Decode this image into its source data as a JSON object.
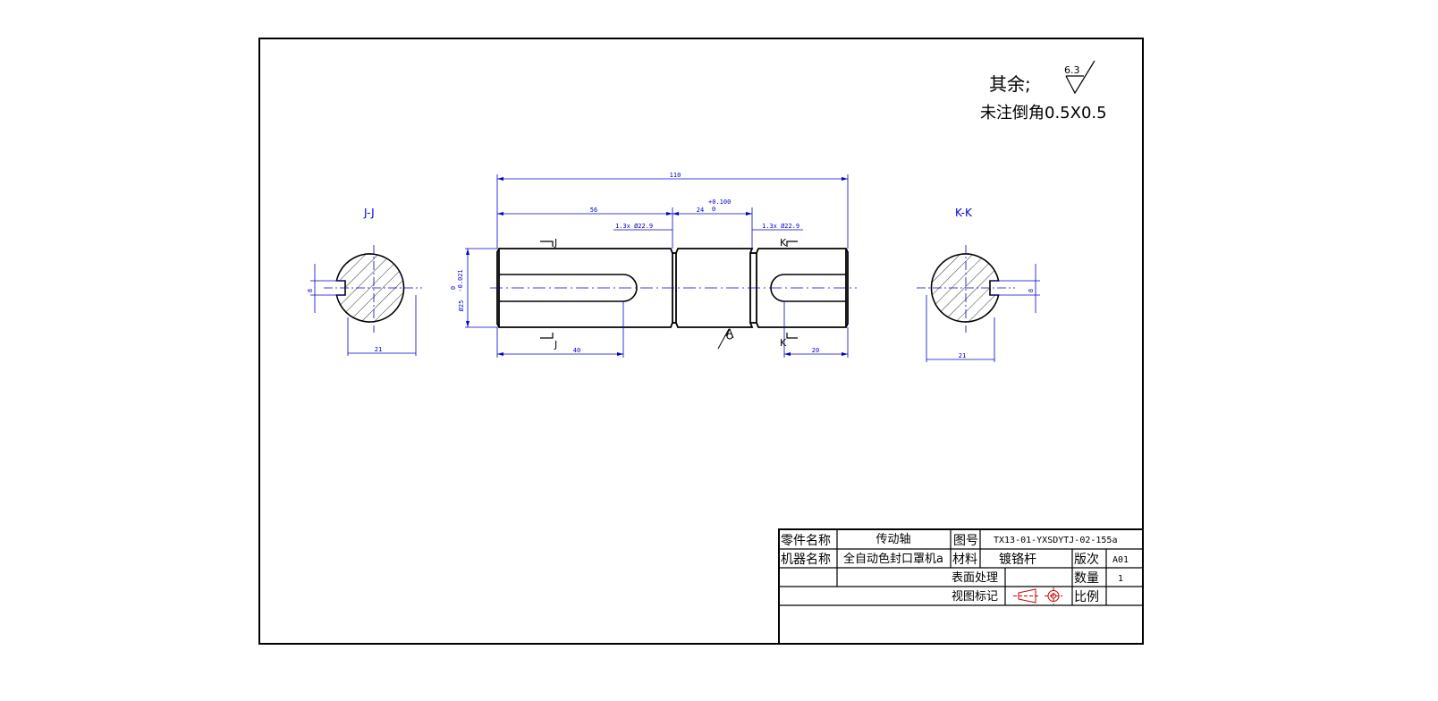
{
  "notes": {
    "roughness_prefix": "其余;",
    "roughness_value": "6.3",
    "chamfer": "未注倒角0.5X0.5"
  },
  "sections": {
    "left_label": "J-J",
    "right_label": "K-K",
    "left_width": "21",
    "right_width": "21",
    "left_key": "8",
    "right_key": "8"
  },
  "cut_marks": {
    "j_top": "J",
    "j_bottom": "J",
    "k_top": "K",
    "k_bottom": "K"
  },
  "dimensions": {
    "overall": "110",
    "left_segment": "56",
    "groove_left": "1.3x Ø22.9",
    "middle": "24",
    "middle_tol_upper": "+0.100",
    "middle_tol_lower": "0",
    "groove_right": "1.3x Ø22.9",
    "keyway_left": "40",
    "keyway_right": "20",
    "diameter": "Ø25",
    "diameter_tol_upper": "0",
    "diameter_tol_lower": "-0.021"
  },
  "title_block": {
    "part_name_label": "零件名称",
    "part_name": "传动轴",
    "drawing_no_label": "图号",
    "drawing_no": "TX13-01-YXSDYTJ-02-155a",
    "machine_name_label": "机器名称",
    "machine_name": "全自动色封口罩机a",
    "material_label": "材料",
    "material": "镀铬杆",
    "revision_label": "版次",
    "revision": "A01",
    "surface_label": "表面处理",
    "quantity_label": "数量",
    "quantity": "1",
    "view_mark_label": "视图标记",
    "scale_label": "比例"
  }
}
